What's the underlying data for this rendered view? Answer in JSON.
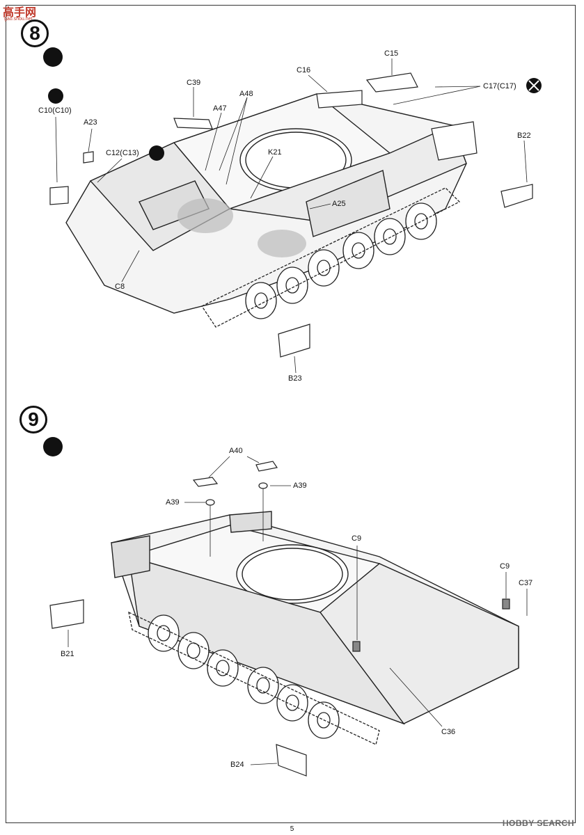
{
  "logo": {
    "main": "高手网",
    "sub": "gao.shou.net"
  },
  "steps": [
    {
      "number": "8"
    },
    {
      "number": "9"
    }
  ],
  "step8_labels": {
    "c10": "C10(C10)",
    "a23": "A23",
    "c12": "C12(C13)",
    "c39": "C39",
    "a47": "A47",
    "a48": "A48",
    "c16": "C16",
    "c15": "C15",
    "c17": "C17(C17)",
    "b22": "B22",
    "k21": "K21",
    "a25": "A25",
    "c8": "C8",
    "b23": "B23"
  },
  "step9_labels": {
    "a40": "A40",
    "a39_right": "A39",
    "a39_left": "A39",
    "c9_mid": "C9",
    "c9_right": "C9",
    "c37": "C37",
    "b21": "B21",
    "c36": "C36",
    "b24": "B24"
  },
  "watermark": "HOBBY SEARCH",
  "page_number": "5"
}
